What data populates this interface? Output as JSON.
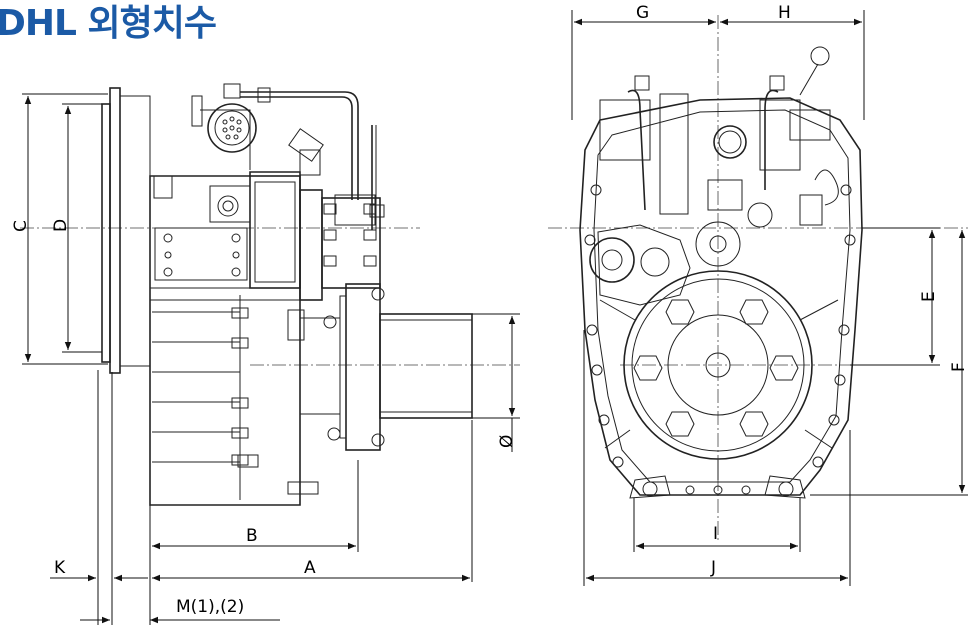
{
  "title": "DHL 외형치수",
  "colors": {
    "title": "#1b5aa6",
    "line": "#222222"
  },
  "dimension_labels": {
    "a": "A",
    "b": "B",
    "c": "C",
    "d": "D",
    "e": "E",
    "f": "F",
    "g": "G",
    "h": "H",
    "i": "I",
    "j": "J",
    "k": "K",
    "m": "M(1),(2)",
    "phi": "Ø"
  }
}
